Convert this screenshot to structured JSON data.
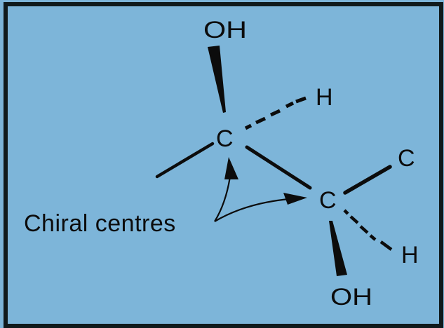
{
  "diagram": {
    "background_color": "#7db5d9",
    "border_color": "#101a1c",
    "ink_color": "#0c0c0c",
    "atoms": {
      "oh_top": "OH",
      "h_top": "H",
      "c1": "C",
      "c2": "C",
      "c_right": "C",
      "h_bottom": "H",
      "oh_bottom": "OH"
    },
    "annotation": "Chiral centres",
    "bonds": [
      {
        "from": "c1",
        "to": "oh_top",
        "type": "wedge"
      },
      {
        "from": "c1",
        "to": "h_top",
        "type": "dashed"
      },
      {
        "from": "c1",
        "to": "left",
        "type": "single"
      },
      {
        "from": "c1",
        "to": "c2",
        "type": "single"
      },
      {
        "from": "c2",
        "to": "c_right",
        "type": "single"
      },
      {
        "from": "c2",
        "to": "h_bottom",
        "type": "dashed"
      },
      {
        "from": "c2",
        "to": "oh_bottom",
        "type": "wedge"
      }
    ],
    "arrows": [
      {
        "from": "annotation",
        "to": "c1"
      },
      {
        "from": "annotation",
        "to": "c2"
      }
    ]
  }
}
